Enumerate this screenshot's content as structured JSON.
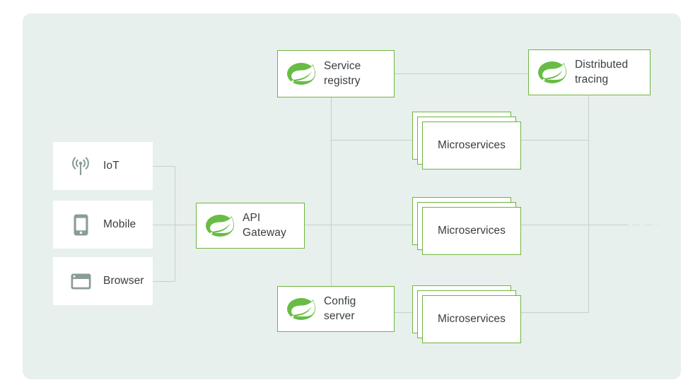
{
  "nodes": {
    "service_registry": {
      "label": "Service registry",
      "icon": "spring-leaf-icon"
    },
    "distributed_tracing": {
      "label": "Distributed tracing",
      "icon": "spring-leaf-icon"
    },
    "api_gateway": {
      "label": "API Gateway",
      "icon": "spring-leaf-icon"
    },
    "config_server": {
      "label": "Config server",
      "icon": "spring-leaf-icon"
    },
    "microservices_top": {
      "label": "Microservices"
    },
    "microservices_middle": {
      "label": "Microservices"
    },
    "microservices_bottom": {
      "label": "Microservices"
    },
    "iot": {
      "label": "IoT",
      "icon": "antenna-icon"
    },
    "mobile": {
      "label": "Mobile",
      "icon": "smartphone-icon"
    },
    "browser": {
      "label": "Browser",
      "icon": "browser-window-icon"
    }
  },
  "edges": [
    {
      "from": "service_registry",
      "to": "distributed_tracing"
    },
    {
      "from": "service_registry",
      "to": "config_server"
    },
    {
      "from": "service_registry",
      "to": "microservices_top"
    },
    {
      "from": "distributed_tracing",
      "to": "microservices_top"
    },
    {
      "from": "distributed_tracing",
      "to": "microservices_bottom"
    },
    {
      "from": "api_gateway",
      "to": "microservices_middle"
    },
    {
      "from": "config_server",
      "to": "microservices_bottom"
    },
    {
      "from": "iot",
      "to": "api_gateway"
    },
    {
      "from": "mobile",
      "to": "api_gateway"
    },
    {
      "from": "browser",
      "to": "api_gateway"
    }
  ],
  "colors": {
    "panel_background": "#e8f0ee",
    "connector_line": "#c5cfcc",
    "connector_dash": "#dce5e2",
    "spring_green": "#68bc45",
    "node_border_green": "#6fb43f",
    "text": "#383e41",
    "client_icon_gray": "#8b9c98"
  }
}
